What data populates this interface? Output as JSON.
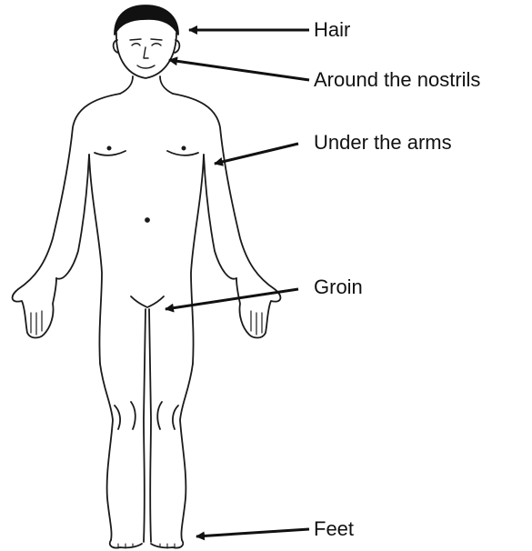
{
  "labels": {
    "hair": "Hair",
    "nostrils": "Around the nostrils",
    "arms": "Under the arms",
    "groin": "Groin",
    "feet": "Feet"
  },
  "colors": {
    "ink": "#1a1a1a",
    "hair_fill": "#111111",
    "arrow": "#111111"
  }
}
